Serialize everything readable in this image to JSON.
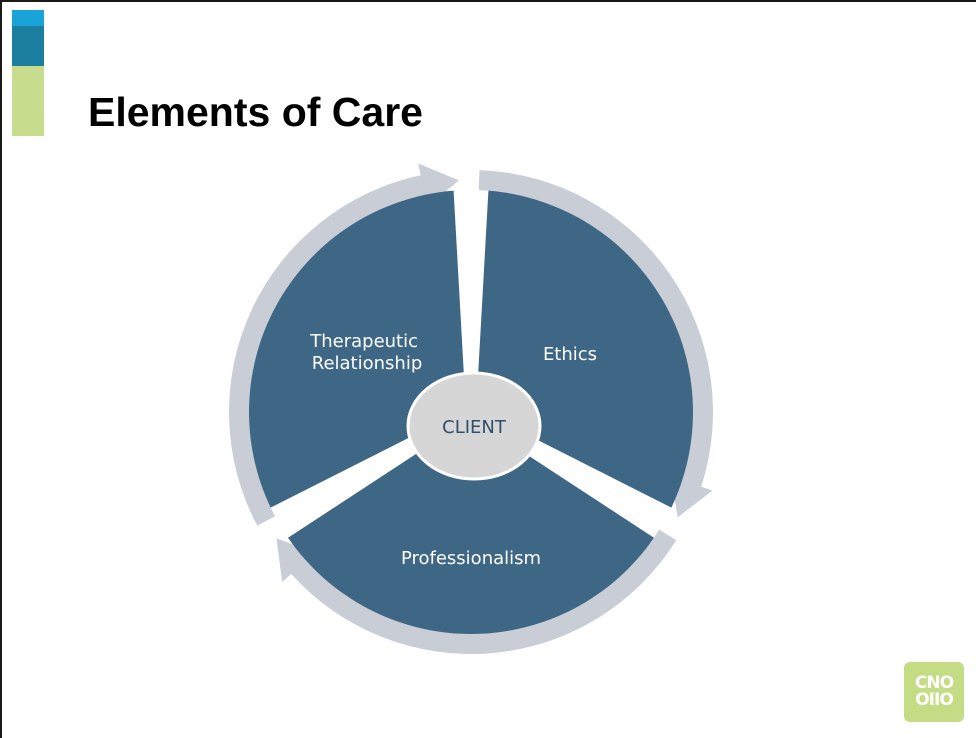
{
  "slide": {
    "title": "Elements of Care"
  },
  "diagram": {
    "center": "CLIENT",
    "segments": [
      {
        "line1": "Ethics",
        "line2": ""
      },
      {
        "line1": "Professionalism",
        "line2": ""
      },
      {
        "line1": "Therapeutic",
        "line2": "Relationship"
      }
    ]
  },
  "logo": {
    "line1": "CNO",
    "line2": "OIIO"
  },
  "colors": {
    "segment_fill": "#3e6685",
    "arrow_ring": "#c8cdd6",
    "center_fill": "#d6d6d6",
    "center_text": "#2f4f6b",
    "accent_top": "#1aa3d9",
    "accent_mid": "#1d7fa0",
    "accent_bottom": "#c8dc8e",
    "logo_bg": "#c4dc84"
  }
}
